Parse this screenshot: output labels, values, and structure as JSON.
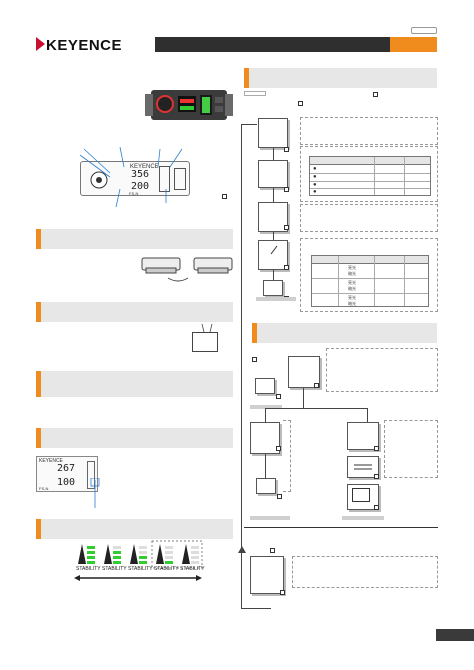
{
  "header": {
    "brand": "KEYENCE",
    "accent_color": "#f08c1e",
    "brand_color": "#c8102e"
  },
  "device": {
    "display_top": "356",
    "display_bottom": "200",
    "small_brand": "KEYENCE",
    "small_model": "FS-N"
  },
  "panel": {
    "value_top": "267",
    "value_bottom": "100",
    "brand": "KEYENCE",
    "model": "FS-N"
  },
  "stability": {
    "labels": [
      "STABILITY",
      "STABILITY",
      "STABILITY",
      "STABILITY",
      "STABILITY"
    ]
  },
  "table1": {
    "rows": [
      {
        "mark": "●"
      },
      {
        "mark": "●"
      },
      {
        "mark": "●"
      },
      {
        "mark": "●"
      }
    ]
  },
  "table2": {
    "rows": [
      {
        "c1": "",
        "c2": "亮光",
        "c3": "",
        "c4": ""
      },
      {
        "c1": "",
        "c2": "暗光",
        "c3": "",
        "c4": ""
      },
      {
        "c1": "",
        "c2": "亮光",
        "c3": "",
        "c4": ""
      },
      {
        "c1": "",
        "c2": "暗光",
        "c3": "",
        "c4": ""
      },
      {
        "c1": "",
        "c2": "亮光",
        "c3": "",
        "c4": ""
      },
      {
        "c1": "",
        "c2": "暗光",
        "c3": "",
        "c4": ""
      }
    ]
  }
}
